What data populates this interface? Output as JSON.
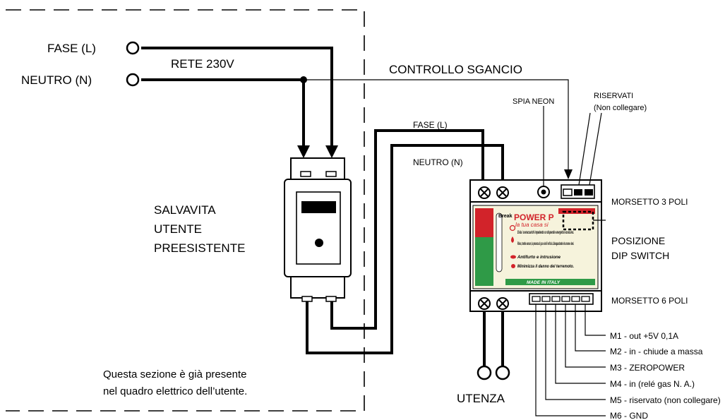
{
  "labels": {
    "fase_l": "FASE (L)",
    "neutro_n": "NEUTRO (N)",
    "rete": "RETE 230V",
    "controllo_sgancio": "CONTROLLO SGANCIO",
    "fase_l_small": "FASE (L)",
    "neutro_n_small": "NEUTRO (N)",
    "spia_neon": "SPIA NEON",
    "riservati": "RISERVATI",
    "non_collegare": "(Non collegare)",
    "salvavita_1": "SALVAVITA",
    "salvavita_2": "UTENTE",
    "salvavita_3": "PREESISTENTE",
    "morsetto3": "MORSETTO 3 POLI",
    "posizione": "POSIZIONE",
    "dip_switch": "DIP SWITCH",
    "morsetto6": "MORSETTO 6 POLI",
    "note_1": "Questa sezione è già presente",
    "note_2": "nel quadro elettrico dell’utente.",
    "utenza": "UTENZA"
  },
  "terminals": [
    {
      "id": "m1",
      "text": "M1 - out +5V 0,1A"
    },
    {
      "id": "m2",
      "text": "M2 - in - chiude a massa"
    },
    {
      "id": "m3",
      "text": "M3 - ZEROPOWER"
    },
    {
      "id": "m4",
      "text": "M4 - in (relé gas N. A.)"
    },
    {
      "id": "m5",
      "text": "M5 - riservato (non collegare)"
    },
    {
      "id": "m6",
      "text": "M6 - GND"
    }
  ],
  "device_label": {
    "break": "Break",
    "brand": "POWER P",
    "tagline": "la tua casa si",
    "feature_1": "Evita i sovraccarichi impedendo un dispendio energetico eccessivo.",
    "feature_2": "Rileva, tramite sensore, la presenza di gas e simili nell'aria. Salvaguardando vite umane e beni.",
    "feature_3": "Antifurto e intrusione",
    "feature_4": "Minimizza il danno del terremoto.",
    "made_in": "MADE IN ITALY"
  },
  "colors": {
    "label_red": "#d2232a",
    "label_green": "#2f9a47",
    "label_bg": "#f6f3dc"
  }
}
